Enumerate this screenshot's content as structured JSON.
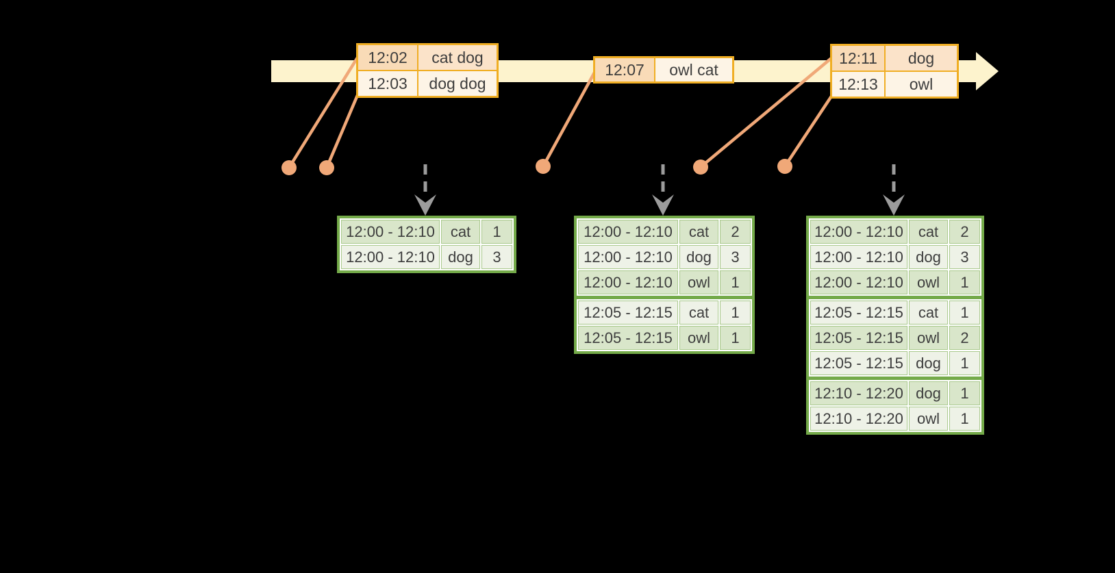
{
  "colors": {
    "background": "#000000",
    "timeline_band": "#fdf3cd",
    "event_table_border": "#f0ae24",
    "event_time_cell": "#f9dbb7",
    "event_words_cell": "#fbe3c9",
    "event_alt_cell": "#fdf4e6",
    "connector_salmon": "#f0a878",
    "result_table_border": "#74aa49",
    "result_cell_green": "#d9e6ca",
    "result_cell_light": "#eef2e7",
    "trigger_arrow_gray": "#9c9c9c",
    "text": "#3d3d3d"
  },
  "event_tables": [
    {
      "rows": [
        {
          "time": "12:02",
          "words": "cat dog",
          "tone": "peach"
        },
        {
          "time": "12:03",
          "words": "dog dog",
          "tone": "cream"
        }
      ]
    },
    {
      "rows": [
        {
          "time": "12:07",
          "words": "owl cat",
          "tone": "mixed"
        }
      ]
    },
    {
      "rows": [
        {
          "time": "12:11",
          "words": "dog",
          "tone": "peach"
        },
        {
          "time": "12:13",
          "words": "owl",
          "tone": "cream"
        }
      ]
    }
  ],
  "result_tables": [
    {
      "groups": [
        [
          {
            "window": "12:00 - 12:10",
            "word": "cat",
            "count": "1"
          },
          {
            "window": "12:00 - 12:10",
            "word": "dog",
            "count": "3"
          }
        ]
      ]
    },
    {
      "groups": [
        [
          {
            "window": "12:00 - 12:10",
            "word": "cat",
            "count": "2"
          },
          {
            "window": "12:00 - 12:10",
            "word": "dog",
            "count": "3"
          },
          {
            "window": "12:00 - 12:10",
            "word": "owl",
            "count": "1"
          }
        ],
        [
          {
            "window": "12:05 - 12:15",
            "word": "cat",
            "count": "1"
          },
          {
            "window": "12:05 - 12:15",
            "word": "owl",
            "count": "1"
          }
        ]
      ]
    },
    {
      "groups": [
        [
          {
            "window": "12:00 - 12:10",
            "word": "cat",
            "count": "2"
          },
          {
            "window": "12:00 - 12:10",
            "word": "dog",
            "count": "3"
          },
          {
            "window": "12:00 - 12:10",
            "word": "owl",
            "count": "1"
          }
        ],
        [
          {
            "window": "12:05 - 12:15",
            "word": "cat",
            "count": "1"
          },
          {
            "window": "12:05 - 12:15",
            "word": "owl",
            "count": "2"
          },
          {
            "window": "12:05 - 12:15",
            "word": "dog",
            "count": "1"
          }
        ],
        [
          {
            "window": "12:10 - 12:20",
            "word": "dog",
            "count": "1"
          },
          {
            "window": "12:10 - 12:20",
            "word": "owl",
            "count": "1"
          }
        ]
      ]
    }
  ]
}
